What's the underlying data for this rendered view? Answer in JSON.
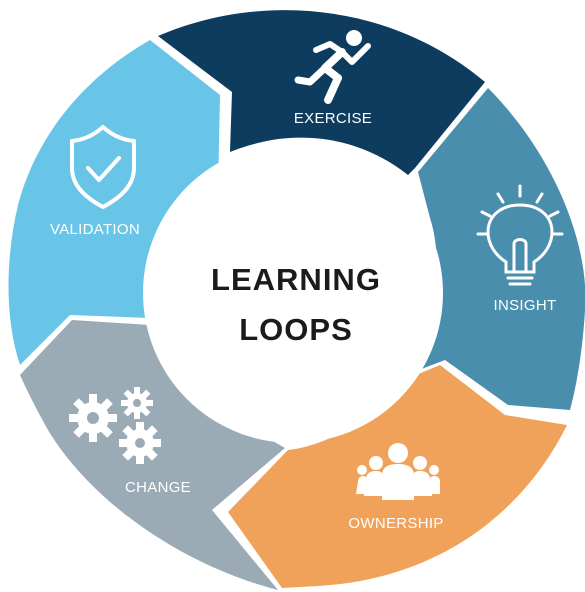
{
  "center": {
    "line1": "LEARNING",
    "line2": "LOOPS"
  },
  "segments": [
    {
      "id": "exercise",
      "label": "EXERCISE",
      "color": "#0e3c5f",
      "icon": "running-person-icon"
    },
    {
      "id": "insight",
      "label": "INSIGHT",
      "color": "#4a8eae",
      "icon": "lightbulb-icon"
    },
    {
      "id": "ownership",
      "label": "OWNERSHIP",
      "color": "#f1a25a",
      "icon": "group-people-icon"
    },
    {
      "id": "change",
      "label": "CHANGE",
      "color": "#9aabb6",
      "icon": "gears-icon"
    },
    {
      "id": "validation",
      "label": "VALIDATION",
      "color": "#69c5e8",
      "icon": "shield-check-icon"
    }
  ]
}
